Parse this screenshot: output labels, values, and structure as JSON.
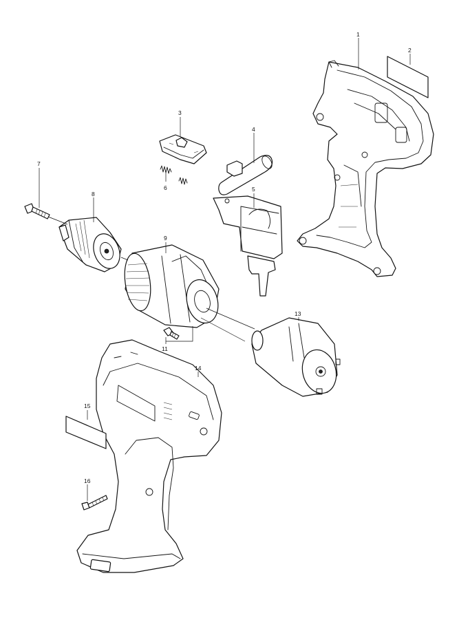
{
  "parts": [
    {
      "id": "1",
      "name": "housing-set-right"
    },
    {
      "id": "2",
      "name": "name-plate"
    },
    {
      "id": "3",
      "name": "reversing-switch-lever"
    },
    {
      "id": "4",
      "name": "trigger-link"
    },
    {
      "id": "5",
      "name": "switch"
    },
    {
      "id": "6",
      "name": "compression-spring"
    },
    {
      "id": "7",
      "name": "chuck-screw"
    },
    {
      "id": "8",
      "name": "keyless-chuck"
    },
    {
      "id": "9",
      "name": "gear-assembly"
    },
    {
      "id": "11",
      "name": "pan-head-screw"
    },
    {
      "id": "13",
      "name": "dc-motor"
    },
    {
      "id": "14",
      "name": "housing-set-left"
    },
    {
      "id": "15",
      "name": "name-plate"
    },
    {
      "id": "16",
      "name": "tapping-screw"
    }
  ]
}
